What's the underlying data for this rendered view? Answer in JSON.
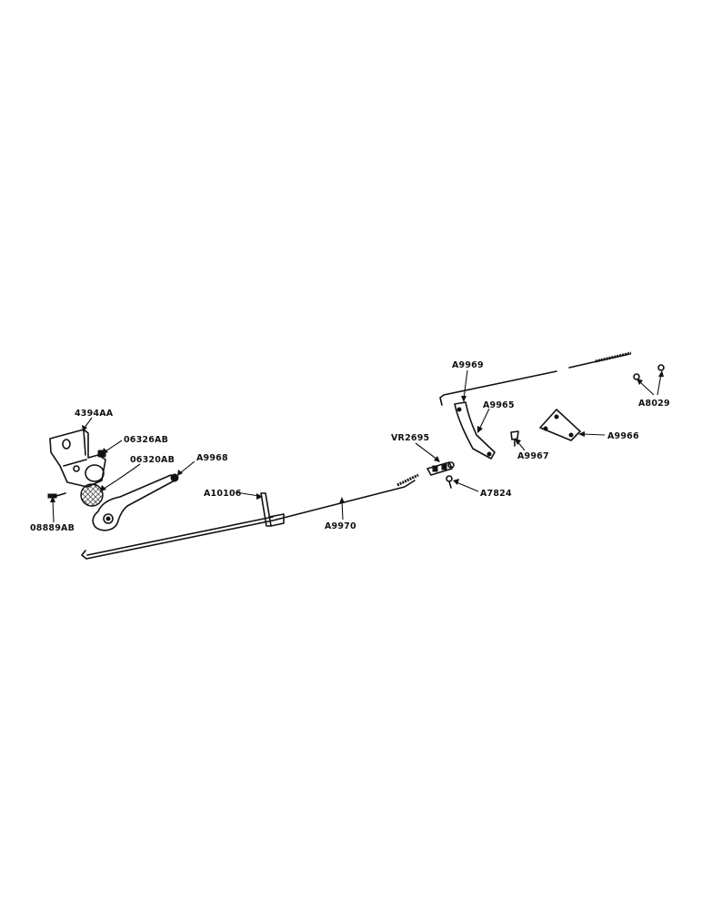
{
  "labels": {
    "l4394AA": "4394AA",
    "l06326AB": "06326AB",
    "l06320AB": "06320AB",
    "lA9968": "A9968",
    "l08889AB": "08889AB",
    "lA10106": "A10106",
    "lA9970": "A9970",
    "lVR2695": "VR2695",
    "lA7824": "A7824",
    "lA9969": "A9969",
    "lA9965": "A9965",
    "lA9967": "A9967",
    "lA9966": "A9966",
    "lA8029": "A8029"
  }
}
